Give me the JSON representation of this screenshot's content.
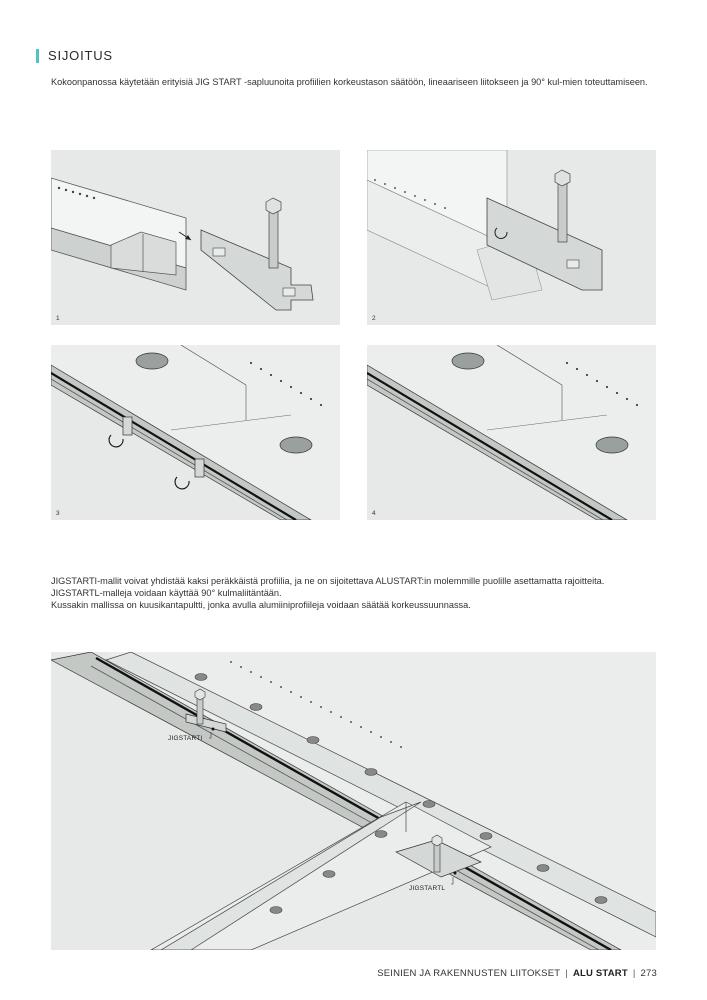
{
  "section": {
    "title": "SIJOITUS",
    "accent_color": "#4fc3c7"
  },
  "intro": "Kokoonpanossa käytetään erityisiä JIG START -sapluunoita profiilien korkeustason säätöön, lineaariseen liitokseen ja 90° kul-mien toteuttamiseen.",
  "figures": [
    {
      "number": "1"
    },
    {
      "number": "2"
    },
    {
      "number": "3"
    },
    {
      "number": "4"
    }
  ],
  "body_paragraphs": [
    "JIGSTARTI-mallit voivat yhdistää kaksi peräkkäistä profiilia, ja ne on sijoitettava ALUSTART:in molemmille puolille asettamatta rajoitteita.",
    "JIGSTARTL-malleja voidaan käyttää 90° kulmaliitäntään.",
    "Kussakin mallissa on kuusikantapultti, jonka avulla alumiiniprofiileja voidaan säätää korkeussuunnassa."
  ],
  "callouts": {
    "jig_i": "JIGSTARTI",
    "jig_l": "JIGSTARTL"
  },
  "footer": {
    "chapter": "SEINIEN JA RAKENNUSTEN LIITOKSET",
    "product": "ALU START",
    "page": "273"
  }
}
